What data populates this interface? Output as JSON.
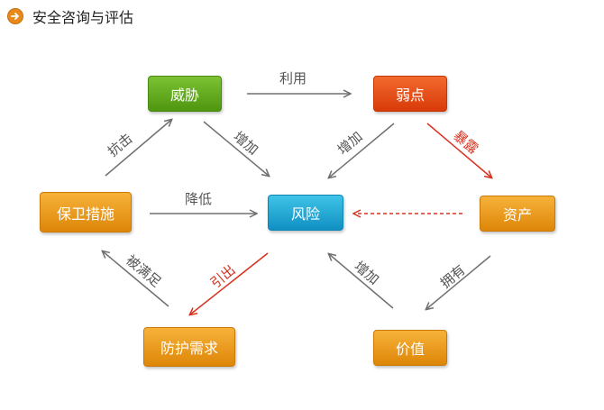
{
  "header": {
    "title": "安全咨询与评估",
    "icon": "arrow-right-circle-icon"
  },
  "nodes": {
    "threat": "威胁",
    "vulnerability": "弱点",
    "safeguard": "保卫措施",
    "risk": "风险",
    "asset": "资产",
    "protection_need": "防护需求",
    "value": "价值"
  },
  "edges": {
    "use": "利用",
    "counter": "抗击",
    "increase_threat": "增加",
    "increase_vuln": "增加",
    "expose": "暴露",
    "reduce": "降低",
    "satisfied": "被满足",
    "derive": "引出",
    "increase_value": "增加",
    "own": "拥有"
  },
  "colors": {
    "threat": "#5e9f1c",
    "vulnerability": "#e04a14",
    "safeguard": "#ea9a17",
    "risk": "#18a2d2",
    "edge_gray": "#707070",
    "edge_red": "#d9311f"
  }
}
